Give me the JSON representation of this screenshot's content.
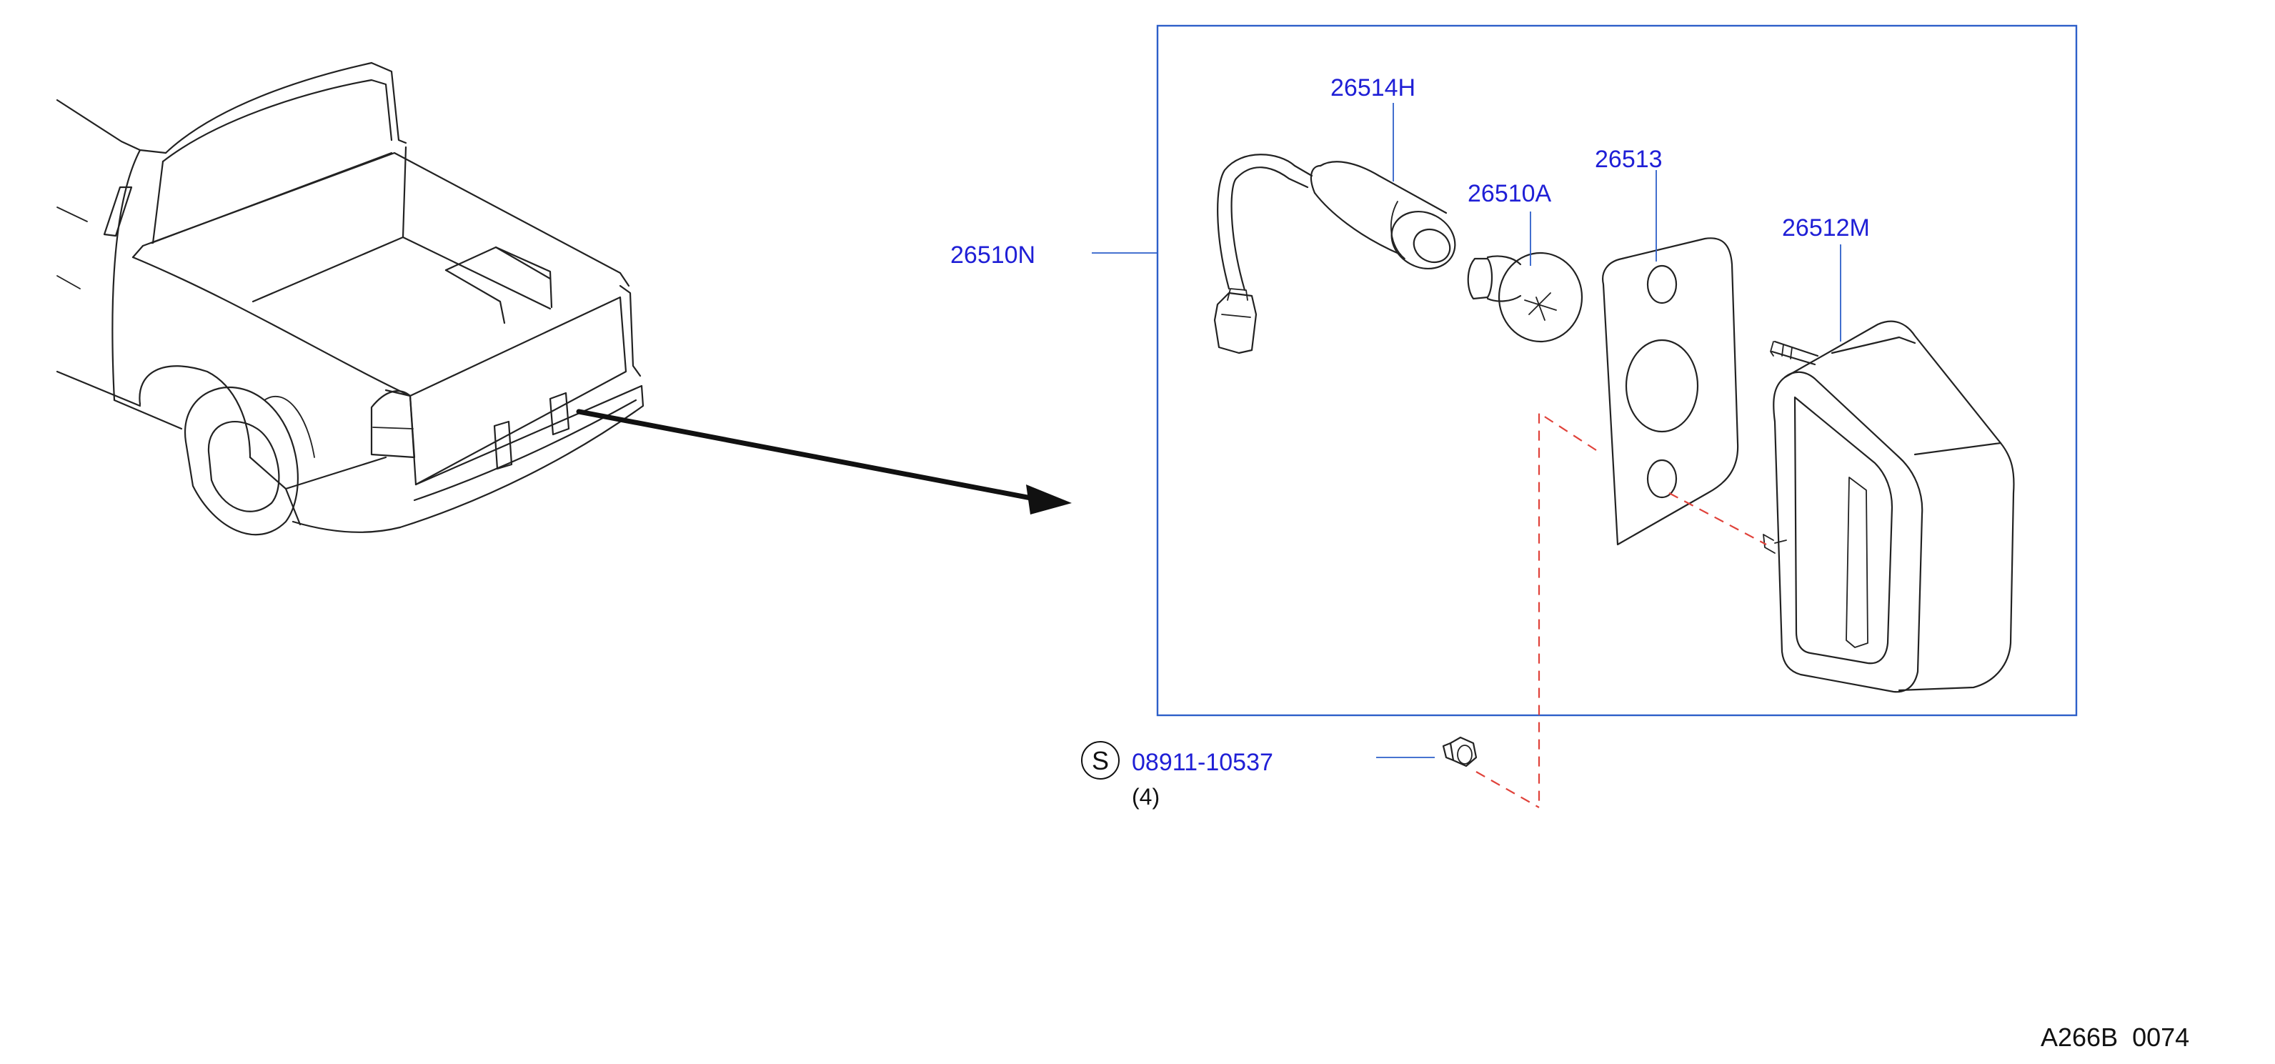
{
  "colors": {
    "callout": "#1f1fd6",
    "leader": "#2d5fc9",
    "frame": "#2d5fc9",
    "dash": "#e0423a",
    "line": "#222222"
  },
  "parts": {
    "assembly": "26510N",
    "socket": "26514H",
    "bulb": "26510A",
    "gasket": "26513",
    "lamp_body": "26512M",
    "nut_symbol": "S",
    "nut": "08911-10537",
    "nut_qty": "(4)"
  },
  "diagram_code": "A266B  0074",
  "icons": [
    "pickup-truck-rear-icon",
    "direction-arrow-icon",
    "wire-socket-icon",
    "bulb-icon",
    "gasket-icon",
    "lamp-body-icon",
    "hex-nut-icon"
  ]
}
